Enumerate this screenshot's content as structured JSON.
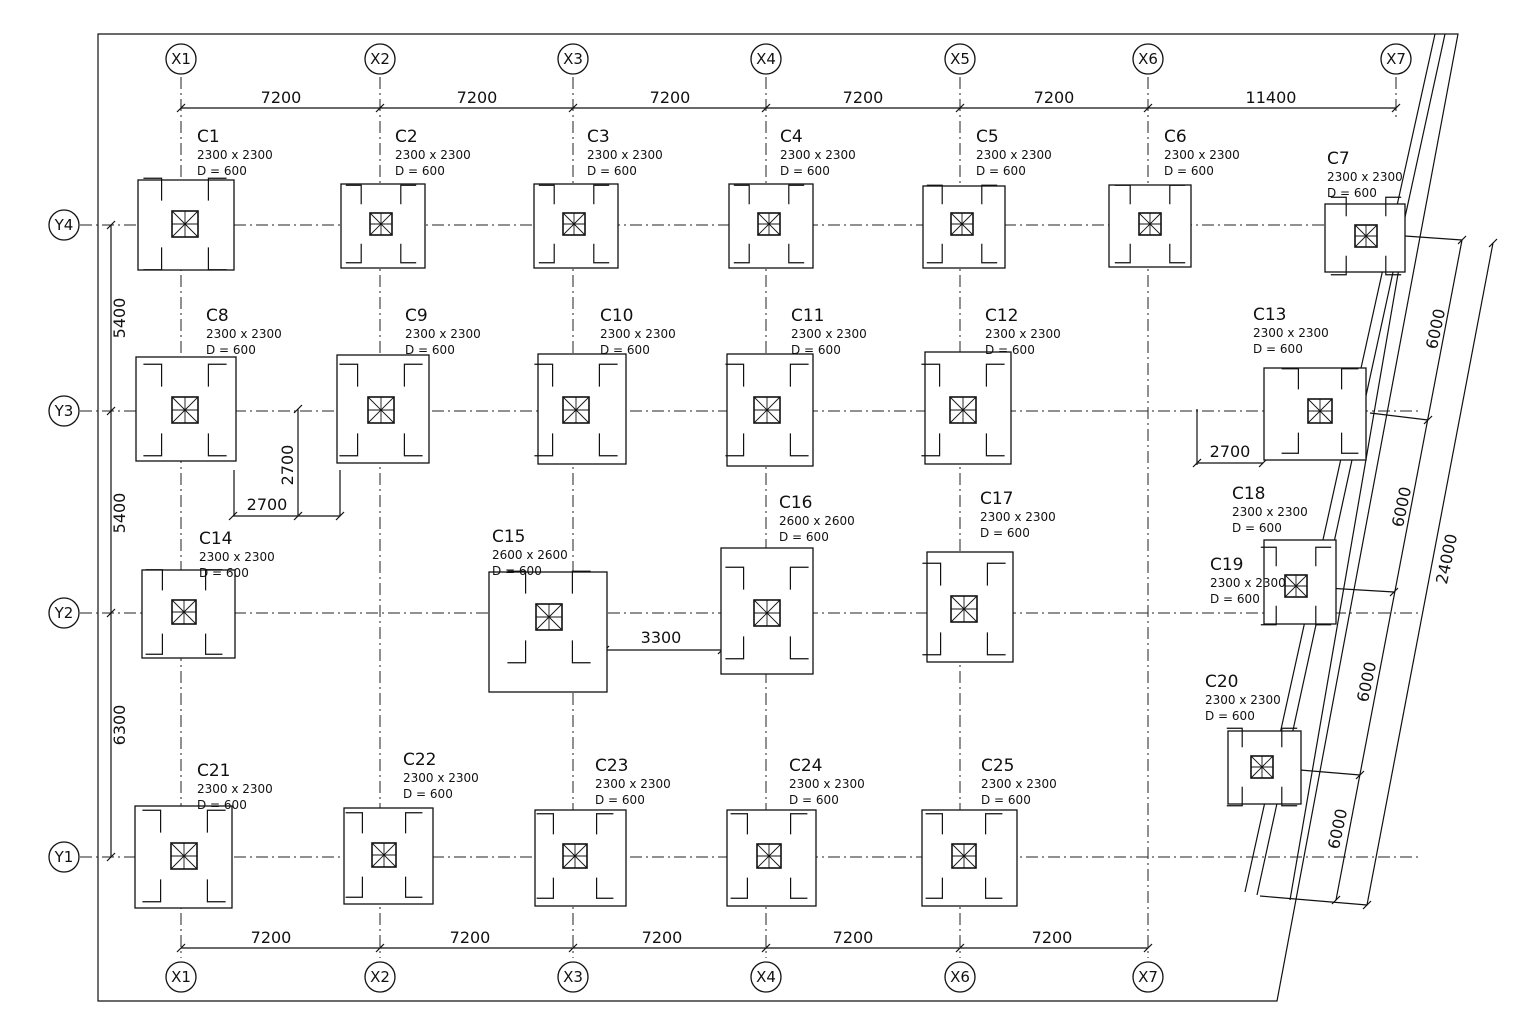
{
  "top_axes": [
    {
      "label": "X1"
    },
    {
      "label": "X2"
    },
    {
      "label": "X3"
    },
    {
      "label": "X4"
    },
    {
      "label": "X5"
    },
    {
      "label": "X6"
    },
    {
      "label": "X7"
    }
  ],
  "bottom_axes": [
    {
      "label": "X1"
    },
    {
      "label": "X2"
    },
    {
      "label": "X3"
    },
    {
      "label": "X4"
    },
    {
      "label": "X6"
    },
    {
      "label": "X7"
    }
  ],
  "row_axes": [
    {
      "label": "Y4"
    },
    {
      "label": "Y3"
    },
    {
      "label": "Y2"
    },
    {
      "label": "Y1"
    }
  ],
  "top_dims": [
    "7200",
    "7200",
    "7200",
    "7200",
    "7200",
    "11400"
  ],
  "bottom_dims": [
    "7200",
    "7200",
    "7200",
    "7200",
    "7200"
  ],
  "left_dims": [
    "5400",
    "5400",
    "6300"
  ],
  "inner_dims": {
    "d1": "2700",
    "d2": "2700",
    "d3": "3300",
    "d4": "2700"
  },
  "slanted_dims": {
    "a": "6000",
    "b": "6000",
    "c": "6000",
    "d": "6000",
    "total": "24000"
  },
  "columns": [
    {
      "name": "C1",
      "size": "2300 x 2300",
      "depth": "D = 600"
    },
    {
      "name": "C2",
      "size": "2300 x 2300",
      "depth": "D = 600"
    },
    {
      "name": "C3",
      "size": "2300 x 2300",
      "depth": "D = 600"
    },
    {
      "name": "C4",
      "size": "2300 x 2300",
      "depth": "D = 600"
    },
    {
      "name": "C5",
      "size": "2300 x 2300",
      "depth": "D = 600"
    },
    {
      "name": "C6",
      "size": "2300 x 2300",
      "depth": "D = 600"
    },
    {
      "name": "C7",
      "size": "2300 x 2300",
      "depth": "D = 600"
    },
    {
      "name": "C8",
      "size": "2300 x 2300",
      "depth": "D = 600"
    },
    {
      "name": "C9",
      "size": "2300 x 2300",
      "depth": "D = 600"
    },
    {
      "name": "C10",
      "size": "2300 x 2300",
      "depth": "D = 600"
    },
    {
      "name": "C11",
      "size": "2300 x 2300",
      "depth": "D = 600"
    },
    {
      "name": "C12",
      "size": "2300 x 2300",
      "depth": "D = 600"
    },
    {
      "name": "C13",
      "size": "2300 x 2300",
      "depth": "D = 600"
    },
    {
      "name": "C14",
      "size": "2300 x 2300",
      "depth": "D = 600"
    },
    {
      "name": "C15",
      "size": "2600 x 2600",
      "depth": "D = 600"
    },
    {
      "name": "C16",
      "size": "2600 x 2600",
      "depth": "D = 600"
    },
    {
      "name": "C17",
      "size": "2300 x 2300",
      "depth": "D = 600"
    },
    {
      "name": "C18",
      "size": "2300 x 2300",
      "depth": "D = 600"
    },
    {
      "name": "C19",
      "size": "2300 x 2300",
      "depth": "D = 600"
    },
    {
      "name": "C20",
      "size": "2300 x 2300",
      "depth": "D = 600"
    },
    {
      "name": "C21",
      "size": "2300 x 2300",
      "depth": "D = 600"
    },
    {
      "name": "C22",
      "size": "2300 x 2300",
      "depth": "D = 600"
    },
    {
      "name": "C23",
      "size": "2300 x 2300",
      "depth": "D = 600"
    },
    {
      "name": "C24",
      "size": "2300 x 2300",
      "depth": "D = 600"
    },
    {
      "name": "C25",
      "size": "2300 x 2300",
      "depth": "D = 600"
    }
  ]
}
